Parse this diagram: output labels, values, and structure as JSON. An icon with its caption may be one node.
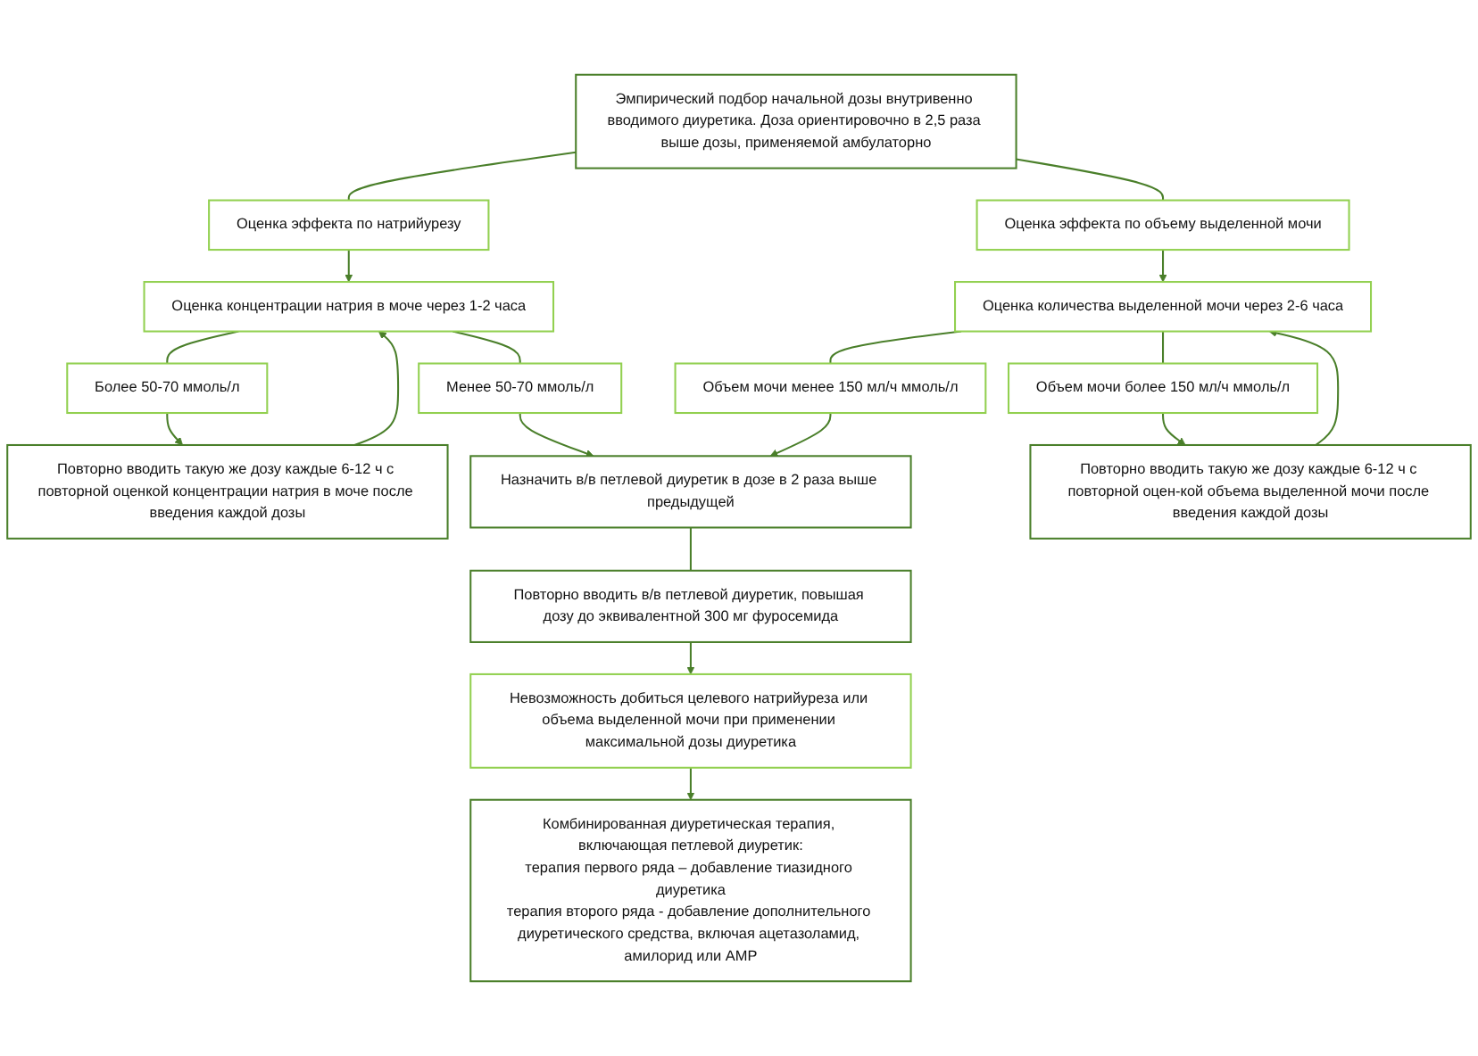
{
  "diagram": {
    "nodes": [
      {
        "text": [
          "Эмпирический подбор начальной дозы внутривенно вводимого диуретика. Доза ориентировочно в 2,5 раза выше дозы, применяемой амбулаторно"
        ]
      },
      {
        "text": [
          "Оценка эффекта по натрийурезу"
        ]
      },
      {
        "text": [
          "Оценка эффекта по объему выделенной мочи"
        ]
      },
      {
        "text": [
          "Оценка концентрации натрия в моче через 1-2 часа"
        ]
      },
      {
        "text": [
          "Оценка количества выделенной мочи через 2-6 часа"
        ]
      },
      {
        "text": [
          "Более 50-70 ммоль/л"
        ]
      },
      {
        "text": [
          "Менее 50-70 ммоль/л"
        ]
      },
      {
        "text": [
          "Объем мочи менее 150 мл/ч ммоль/л"
        ]
      },
      {
        "text": [
          "Объем мочи более 150 мл/ч ммоль/л"
        ]
      },
      {
        "text": [
          "Повторно вводить такую же дозу каждые 6-12 ч с повторной оценкой концентрации натрия в моче после введения каждой дозы"
        ]
      },
      {
        "text": [
          "Назначить в/в петлевой диуретик в дозе в 2 раза выше предыдущей"
        ]
      },
      {
        "text": [
          "Повторно вводить такую же дозу каждые 6-12 ч с повторной оцен-кой объема выделенной мочи после введения каждой дозы"
        ]
      },
      {
        "text": [
          "Повторно вводить в/в петлевой диуретик, повышая дозу до эквивалентной 300 мг фуросемида"
        ]
      },
      {
        "text": [
          "Невозможность добиться целевого натрийуреза или объема выделенной мочи при применении максимальной дозы диуретика"
        ]
      },
      {
        "text": [
          "Комбинированная диуретическая терапия, включающая петлевой диуретик:",
          "терапия первого ряда – добавление тиазидного диуретика",
          "терапия второго ряда - добавление дополнительного диуретического средства, включая ацетазоламид, амилорид или АМР"
        ]
      }
    ],
    "edges": [
      {
        "from": 0,
        "to": 1,
        "arrow": "none"
      },
      {
        "from": 0,
        "to": 2,
        "arrow": "none"
      },
      {
        "from": 1,
        "to": 3,
        "arrow": "to"
      },
      {
        "from": 2,
        "to": 4,
        "arrow": "to"
      },
      {
        "from": 3,
        "to": 5,
        "arrow": "none"
      },
      {
        "from": 3,
        "to": 6,
        "arrow": "none"
      },
      {
        "from": 4,
        "to": 7,
        "arrow": "none"
      },
      {
        "from": 4,
        "to": 8,
        "arrow": "none"
      },
      {
        "from": 5,
        "to": 9,
        "arrow": "to"
      },
      {
        "from": 6,
        "to": 10,
        "arrow": "to"
      },
      {
        "from": 7,
        "to": 10,
        "arrow": "to"
      },
      {
        "from": 8,
        "to": 11,
        "arrow": "to"
      },
      {
        "from": 9,
        "to": 3,
        "arrow": "to"
      },
      {
        "from": 11,
        "to": 4,
        "arrow": "to"
      },
      {
        "from": 10,
        "to": 12,
        "arrow": "none"
      },
      {
        "from": 12,
        "to": 13,
        "arrow": "to"
      },
      {
        "from": 13,
        "to": 14,
        "arrow": "to"
      }
    ]
  }
}
